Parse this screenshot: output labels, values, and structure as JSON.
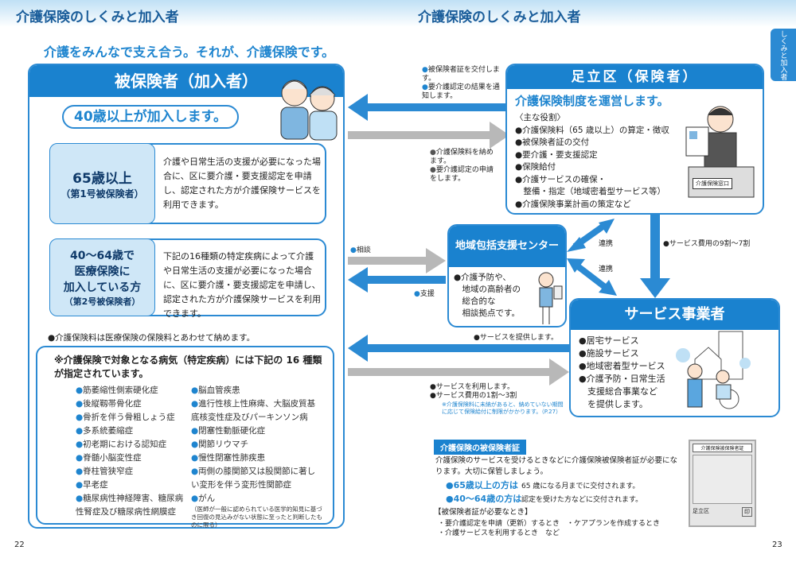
{
  "header": {
    "title_left": "介護保険のしくみと加入者",
    "title_right": "介護保険のしくみと加入者",
    "side_tab": "しくみと加入者"
  },
  "subtitle": "介護をみんなで支え合う。それが、介護保険です。",
  "insured": {
    "title": "被保険者（加入者）",
    "pill": "40歳以上が加入します。",
    "group1": {
      "label1": "65歳以上",
      "label2": "（第1号被保険者）",
      "text": "介護や日常生活の支援が必要になった場合に、区に要介護・要支援認定を申請し、認定された方が介護保険サービスを利用できます。"
    },
    "group2": {
      "label1": "40～64歳で",
      "label2": "医療保険に",
      "label3": "加入している方",
      "label4": "（第2号被保険者）",
      "text": "下記の16種類の特定疾病によって介護や日常生活の支援が必要になった場合に、区に要介護・要支援認定を申請し、認定された方が介護保険サービスを利用できます。"
    },
    "note": "●介護保険料は医療保険の保険料とあわせて納めます。",
    "diseases_title": "※介護保険で対象となる病気（特定疾病）には下記の 16 種類が指定されています。",
    "diseases_left": [
      "筋萎縮性側索硬化症",
      "後縦靱帯骨化症",
      "骨折を伴う骨粗しょう症",
      "多系統萎縮症",
      "初老期における認知症",
      "脊髄小脳変性症",
      "脊柱管狭窄症",
      "早老症",
      "糖尿病性神経障害、糖尿病性腎症及び糖尿病性網膜症"
    ],
    "diseases_right": [
      "脳血管疾患",
      "進行性核上性麻痺、大脳皮質基底核変性症及びパーキンソン病",
      "閉塞性動脈硬化症",
      "関節リウマチ",
      "慢性閉塞性肺疾患",
      "両側の膝関節又は股関節に著しい変形を伴う変形性関節症",
      "がん"
    ],
    "cancer_note": "（医師が一般に認められている医学的知見に基づき回復の見込みがない状態に至ったと判断したものに限る）"
  },
  "arrows": {
    "to_insured_1": "被保険者証を交付します。",
    "to_insured_2": "要介護認定の結果を通知します。",
    "to_ward_1": "介護保険料を納めます。",
    "to_ward_2": "要介護認定の申請をします。",
    "consult": "相談",
    "support": "支援",
    "provide": "●サービスを提供します。",
    "use_1": "●サービスを利用します。",
    "use_2": "●サービス費用の1割～3割",
    "use_note": "※介護保険料に未納があると、納めていない期間に応じて保険給付に制限がかかります。（P.27）",
    "link1": "連携",
    "link2": "連携",
    "payment": "●サービス費用の9割～7割"
  },
  "ward": {
    "title": "足立区（保険者）",
    "lead": "介護保険制度を運営します。",
    "roles_label": "〈主な役割〉",
    "roles": [
      "●介護保険料（65 歳以上）の算定・徴収",
      "●被保険者証の交付",
      "●要介護・要支援認定",
      "●保険給付",
      "●介護サービスの確保・",
      "　整備・指定（地域密着型サービス等）",
      "●介護保険事業計画の策定など"
    ],
    "counter": "介護保険窓口"
  },
  "center": {
    "title": "地域包括支援センター",
    "lines": [
      "●介護予防や、",
      "　地域の高齢者の",
      "　総合的な",
      "　相談拠点です。"
    ]
  },
  "provider": {
    "title": "サービス事業者",
    "lines": [
      "●居宅サービス",
      "●施設サービス",
      "●地域密着型サービス",
      "●介護予防・日常生活",
      "　支援総合事業など",
      "　を提供します。"
    ]
  },
  "card": {
    "heading": "介護保険の被保険者証",
    "text": "介護保険のサービスを受けるときなどに介護保険被保険者証が必要になります。大切に保管しましょう。",
    "r1_label": "●65歳以上の方は",
    "r1_text": "65 歳になる月までに交付されます。",
    "r2_label": "●40～64歳の方は",
    "r2_text": "認定を受けた方などに交付されます。",
    "when_title": "【被保険者証が必要なとき】",
    "when_1": "・要介護認定を申請（更新）するとき　・ケアプランを作成するとき",
    "when_2": "・介護サービスを利用するとき　など",
    "card_title": "介護保険被保険者証",
    "card_ward": "足立区",
    "card_seal": "印"
  },
  "pages": {
    "left": "22",
    "right": "23"
  }
}
